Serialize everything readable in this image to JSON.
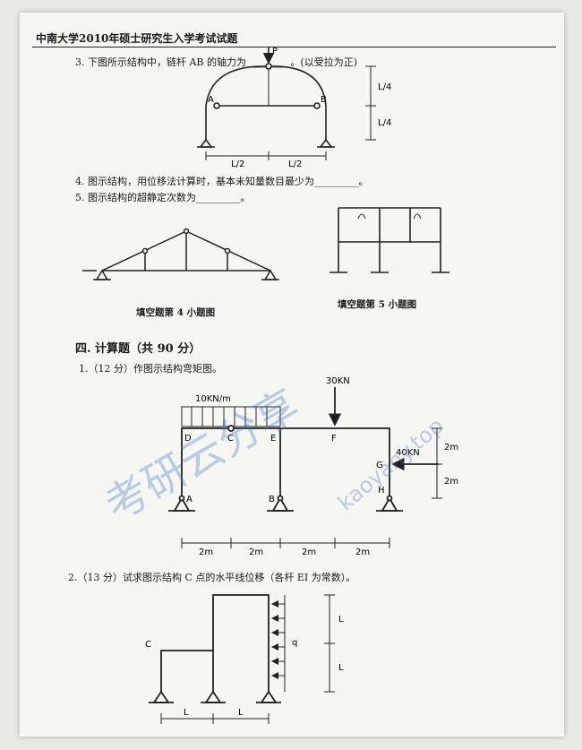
{
  "header": {
    "title": "中南大学2010年硕士研究生入学考试试题"
  },
  "q3": {
    "text": "3. 下图所示结构中，链杆 AB 的轴力为",
    "blank": "_________",
    "note": "。(以受拉为正)",
    "labels": {
      "P": "P",
      "A": "A",
      "B": "B",
      "L2a": "L/2",
      "L2b": "L/2",
      "L4a": "L/4",
      "L4b": "L/4"
    }
  },
  "q4": {
    "text": "4. 图示结构，用位移法计算时，基本未知量数目最少为",
    "blank": "_________",
    "end": "。"
  },
  "q5": {
    "text": "5. 图示结构的超静定次数为",
    "blank": "_________",
    "end": "。"
  },
  "captions": {
    "c4": "填空题第 4 小题图",
    "c5": "填空题第 5 小题图"
  },
  "section4": {
    "title": "四. 计算题（共 90 分）"
  },
  "calc1": {
    "text": "1.（12 分）作图示结构弯矩图。",
    "labels": {
      "load_dist": "10KN/m",
      "load_P": "30KN",
      "load_H": "40KN",
      "D": "D",
      "C": "C",
      "E": "E",
      "F": "F",
      "G": "G",
      "H": "H",
      "A": "A",
      "B": "B",
      "d1": "2m",
      "d2": "2m",
      "d3": "2m",
      "d4": "2m",
      "h1": "2m",
      "h2": "2m"
    }
  },
  "calc2": {
    "text": "2.（13 分）试求图示结构 C 点的水平线位移（各杆 EI 为常数）。",
    "labels": {
      "C": "C",
      "q": "q",
      "L1": "L",
      "L2": "L",
      "Lb1": "L",
      "Lb2": "L"
    }
  },
  "watermark": {
    "site": "kaoyany.top",
    "cn": "考研云分享"
  }
}
